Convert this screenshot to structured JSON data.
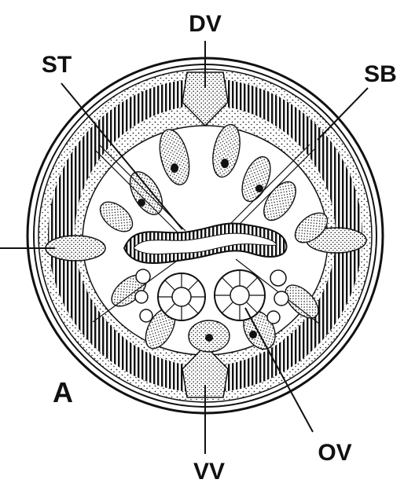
{
  "figure": {
    "panel_label": "A",
    "labels": {
      "dv": "DV",
      "st": "ST",
      "sb": "SB",
      "ov": "OV",
      "vv": "VV"
    }
  }
}
